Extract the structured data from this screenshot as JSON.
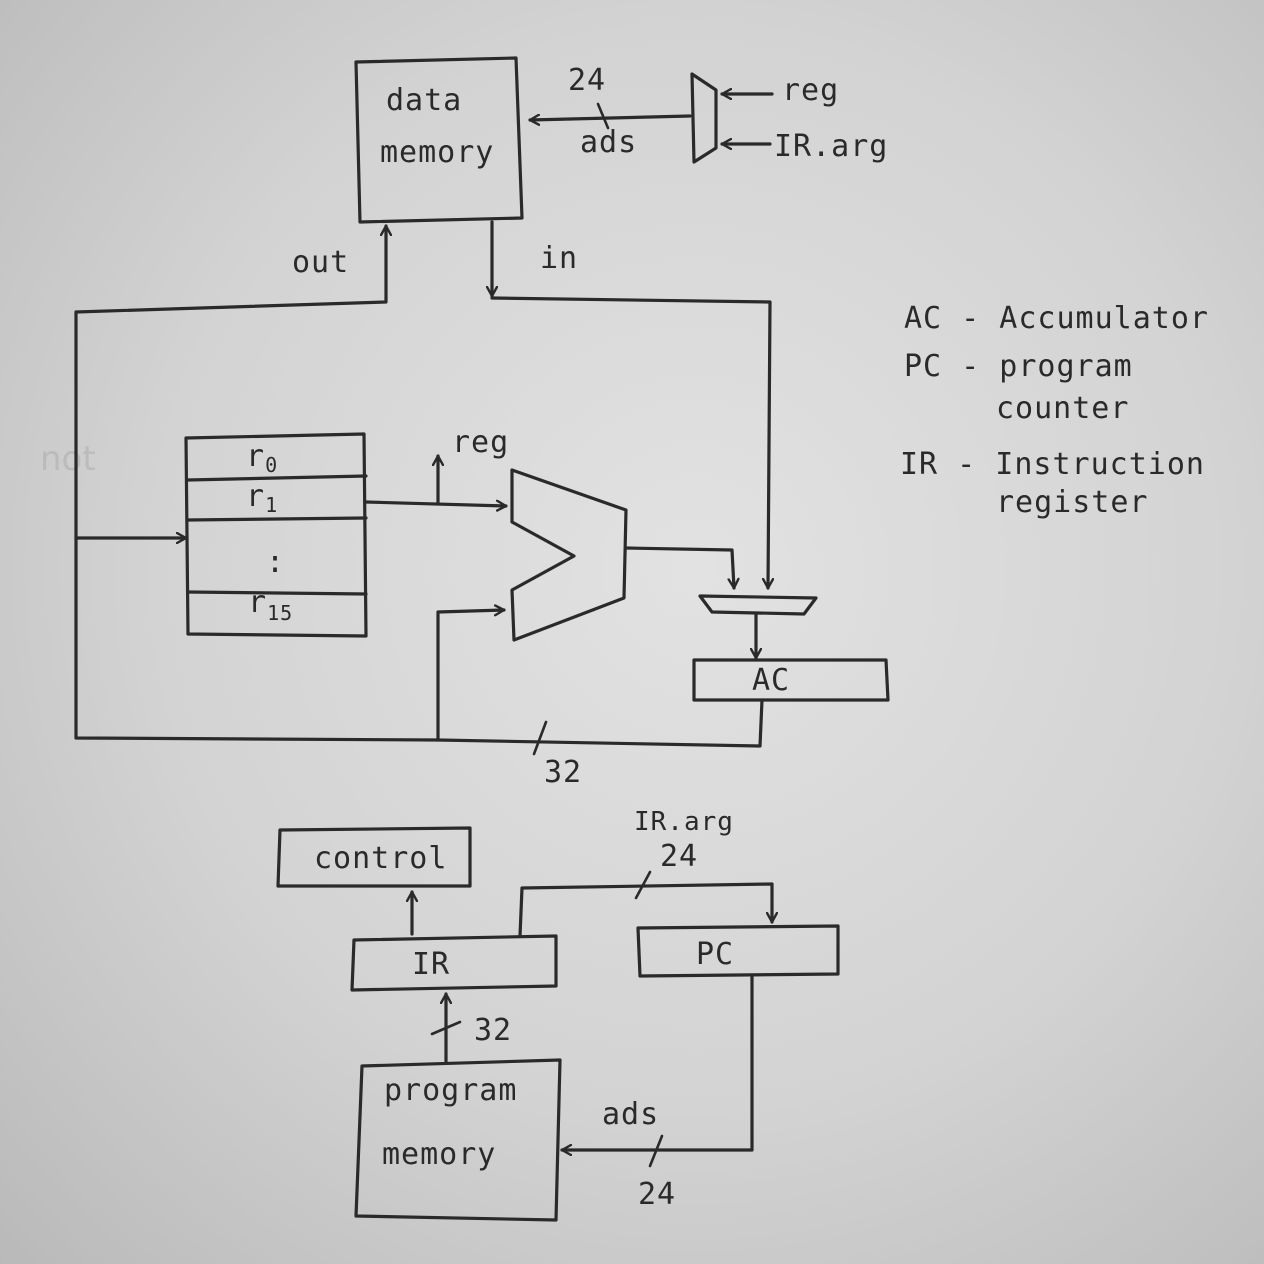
{
  "data_memory": {
    "line1": "data",
    "line2": "memory"
  },
  "address_mux": {
    "bus_width": "24",
    "bus_label": "ads",
    "input_top": "reg",
    "input_bottom": "IR.arg"
  },
  "data_memory_ports": {
    "out": "out",
    "in": "in"
  },
  "register_file": {
    "rows": [
      "r0",
      "r1",
      ":",
      "r15"
    ],
    "base": "r",
    "sub0": "0",
    "sub1": "1",
    "sub15": "15",
    "dots": ":"
  },
  "alu": {
    "tap_label": "reg"
  },
  "accumulator": {
    "label": "AC"
  },
  "main_bus": {
    "width": "32"
  },
  "legend": {
    "ac": "AC - Accumulator",
    "pc_line1": "PC - program",
    "pc_line2": "counter",
    "ir_line1": "IR - Instruction",
    "ir_line2": "register"
  },
  "control": {
    "label": "control"
  },
  "ir_box": {
    "label": "IR"
  },
  "pc_box": {
    "label": "PC"
  },
  "ir_to_pc_bus": {
    "label": "IR.arg",
    "width": "24"
  },
  "program_memory": {
    "line1": "program",
    "line2": "memory"
  },
  "program_bus": {
    "width": "32"
  },
  "pc_address_bus": {
    "label": "ads",
    "width": "24"
  }
}
